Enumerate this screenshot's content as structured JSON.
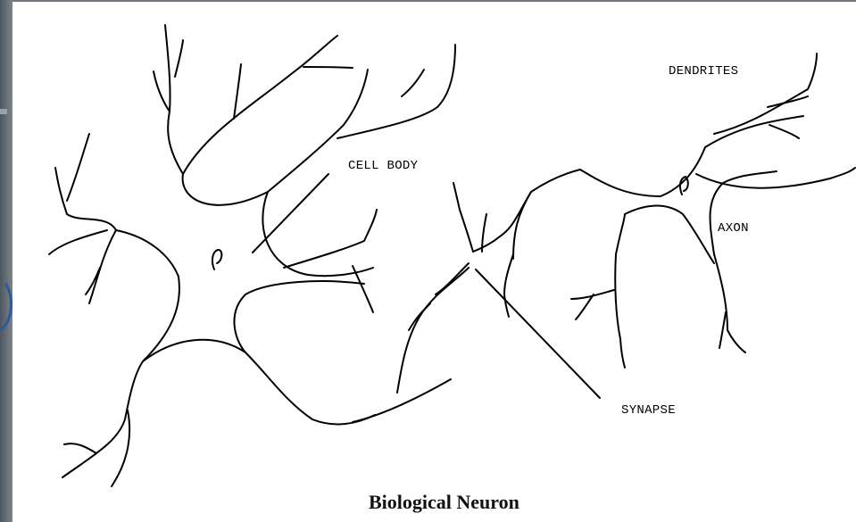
{
  "labels": {
    "dendrites": "DENDRITES",
    "cell_body": "CELL BODY",
    "axon": "AXON",
    "synapse": "SYNAPSE"
  },
  "caption": "Biological Neuron",
  "colors": {
    "ink": "#000000",
    "paper": "#ffffff",
    "frame": "#6f7880",
    "accent_ring": "#2d5a9c"
  }
}
